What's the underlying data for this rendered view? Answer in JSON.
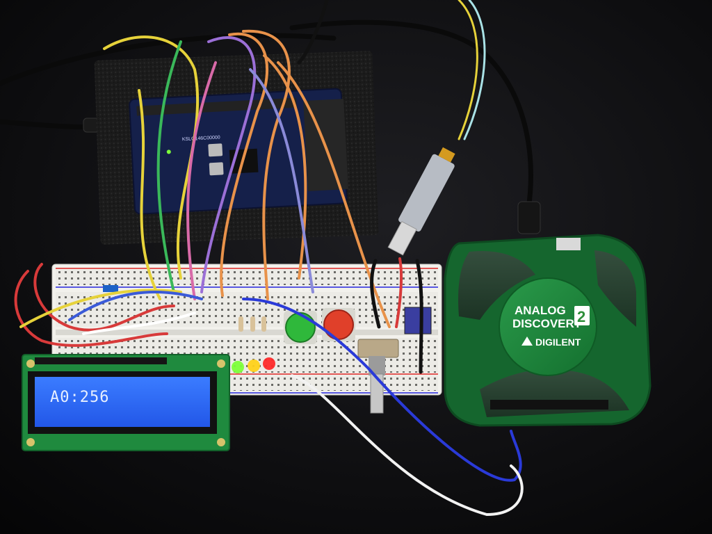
{
  "lcd": {
    "text": "A0:256",
    "backlight_color": "#2f6bff"
  },
  "analog_discovery": {
    "title_line1": "ANALOG",
    "title_line2": "DISCOVERY",
    "model_number": "2",
    "brand": "DIGILENT",
    "body_color": "#1f8a3e"
  },
  "leds": [
    {
      "color": "#7dff3a"
    },
    {
      "color": "#ffd21a"
    },
    {
      "color": "#ff2a2a"
    }
  ],
  "buttons": [
    {
      "color": "#2fb83b"
    },
    {
      "color": "#e0402a"
    }
  ]
}
